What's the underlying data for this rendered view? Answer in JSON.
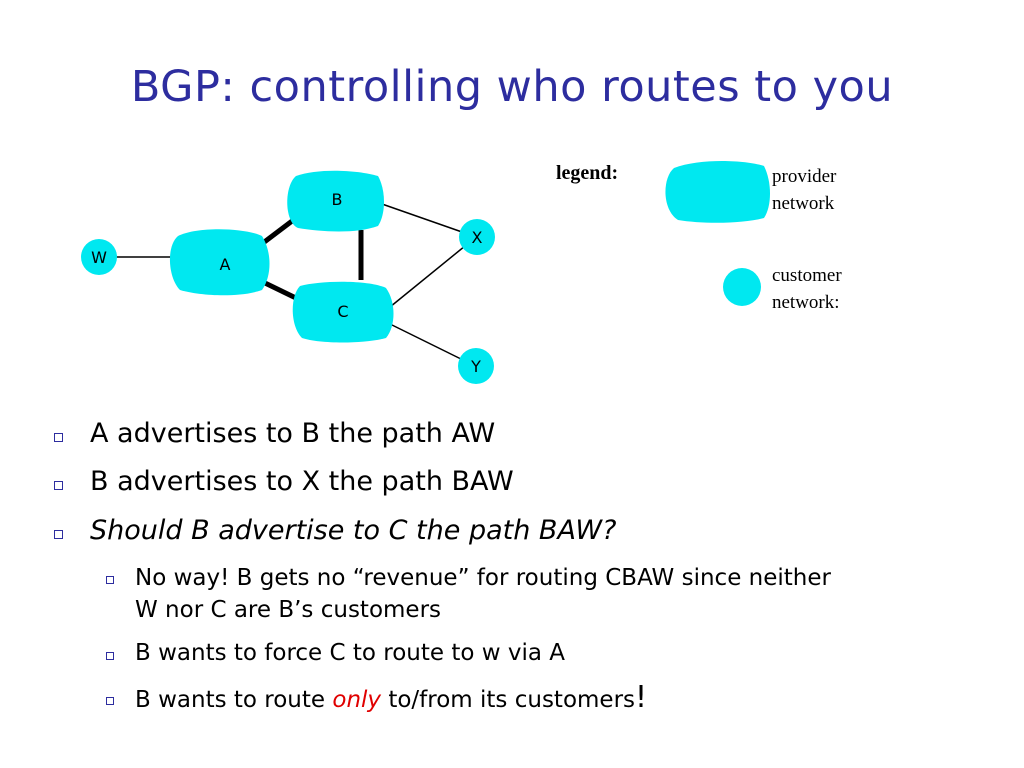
{
  "slide": {
    "title": "BGP: controlling who routes to you"
  },
  "diagram": {
    "nodes": {
      "W": "W",
      "A": "A",
      "B": "B",
      "C": "C",
      "X": "X",
      "Y": "Y"
    },
    "colors": {
      "network": "#00e8f0",
      "edge": "#000000"
    }
  },
  "legend": {
    "title": "legend:",
    "provider_line1": "provider",
    "provider_line2": "network",
    "customer_line1": "customer",
    "customer_line2": "network:"
  },
  "bullets": {
    "b1": "A advertises to B the path AW",
    "b2": "B advertises to X the path BAW",
    "b3": "Should B advertise to C the path BAW?",
    "s1_line1": "No way! B gets no “revenue” for routing CBAW since neither",
    "s1_line2": "W nor C are B’s customers",
    "s2": "B wants to force C to route to w via A",
    "s3_pre": "B wants to route ",
    "s3_em": "only",
    "s3_post": " to/from its customers",
    "s3_end": "!"
  },
  "colors": {
    "title": "#2d2d9f",
    "marker": "#2d2d9f",
    "emphasis": "#e00000"
  }
}
